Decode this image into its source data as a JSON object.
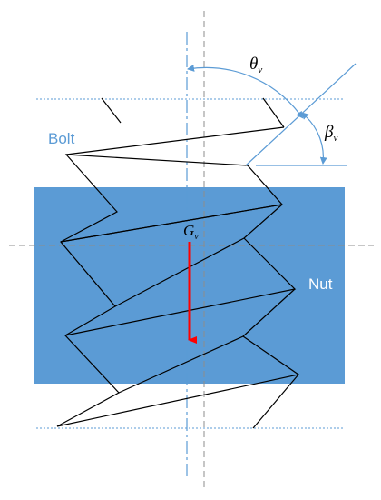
{
  "labels": {
    "bolt": "Bolt",
    "nut": "Nut",
    "theta": {
      "main": "θ",
      "sub": "v"
    },
    "beta": {
      "main": "β",
      "sub": "v"
    },
    "gravity": {
      "main": "G",
      "sub": "v"
    }
  },
  "colors": {
    "nut_fill": "#5B9BD5",
    "accent_blue": "#5B9BD5",
    "gravity_arrow": "#FF0000",
    "thread_line": "#000000",
    "center_dash": "#8C8C8C",
    "nut_label": "#FFFFFF"
  }
}
